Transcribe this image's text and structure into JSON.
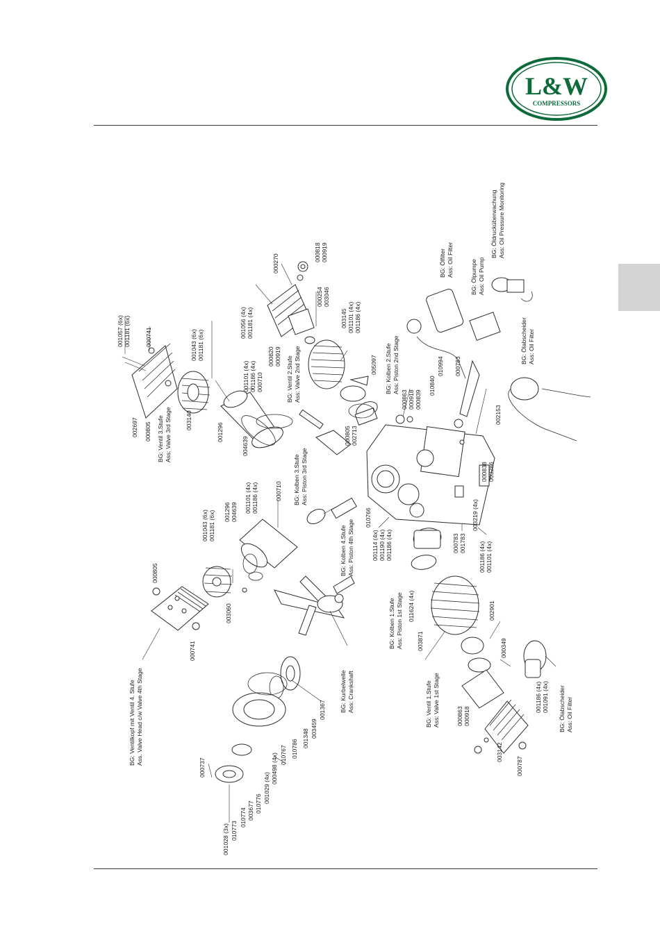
{
  "brand": {
    "logo_text": "L&W",
    "logo_subtext": "COMPRESSORS",
    "color_green": "#0d6b3a",
    "color_gray_tab": "#d4d4d4"
  },
  "labels": {
    "p001057": "001057 (6x)",
    "p001181_6x_a": "001181 (6x)",
    "p000741_a": "000741",
    "p002697": "002697",
    "p000805_a": "000805",
    "bg_ventil3": "BG:  Ventil 3.Stufe",
    "ass_valve3": "Ass: Valve 3rd Stage",
    "p001043_a": "001043 (6x)",
    "p001181_6x_b": "001181 (6x)",
    "p003140": "003140",
    "p001296_a": "001296",
    "p004639_a": "004639",
    "p001101_4x_a": "001101 (4x)",
    "p001186_4x_a": "001186 (4x)",
    "p000710_a": "000710",
    "p001056": "001056 (4x)",
    "p001181_4x": "001181 (4x)",
    "p000270": "000270",
    "p000820": "000820",
    "p000919_a": "000919",
    "p000818": "000818",
    "p000919_b": "000919",
    "bg_ventil2": "BG:  Ventil 2.Stufe",
    "ass_valve2": "Ass: Valve 2nd Stage",
    "p000254": "000254",
    "p003046": "003046",
    "p003145": "003145",
    "p001101_4x_b": "001101 (4x)",
    "p001186_4x_b": "001186 (4x)",
    "p005097": "005097",
    "bg_kolben2": "BG:  Kolben 2.Stufe",
    "ass_piston2": "Ass: Piston 2nd Stage",
    "p000863_a": "000863",
    "p000918_a": "000918",
    "p000839": "000839",
    "p010840": "010840",
    "p010994": "010994",
    "p000783_a": "000783",
    "p002153": "002153",
    "bg_oelfilter": "BG:  Ölfilter",
    "ass_oilfilter_a": "Ass: Oil Filter",
    "bg_oelpumpe": "BG:  Ölpumpe",
    "ass_oilpump": "Ass: Oil Pump",
    "bg_oeldruck": "BG:  Öldrucküberwachung",
    "ass_oilpressure": "Ass: Oil Pressure Monitoring",
    "bg_oelabscheider_a": "BG:  Ölabscheider",
    "ass_oilfilter_b": "Ass: Oil Filter",
    "p000805_b": "000805",
    "p002713": "002713",
    "p000838": "000838",
    "p003286": "003286",
    "bg_kolben3": "BG:  Kolben 3.Stufe",
    "ass_piston3": "Ass: Piston 3rd Stage",
    "p001043_b": "001043 (6x)",
    "p001181_6x_c": "001181 (6x)",
    "p001296_b": "001296",
    "p004639_b": "004639",
    "p001101_4x_c": "001101 (4x)",
    "p001186_4x_c": "001186 (4x)",
    "p000710_b": "000710",
    "bg_kolben4": "BG:  Kolben 4.Stufe",
    "ass_piston4": "Ass: Piston 4th Stage",
    "p010766": "010766",
    "p001114": "001114 (4x)",
    "p001190": "001190 (4x)",
    "p001186_4x_d": "001186 (4x)",
    "p000783_b": "000783",
    "p001783": "001783",
    "p003219": "003219 (4x)",
    "p001186_4x_e": "001186 (4x)",
    "p001101_4x_d": "001101 (4x)",
    "p000805_c": "000805",
    "p003060": "003060",
    "p000741_b": "000741",
    "bg_ventilkopf": "BG:  Ventilkopf mit Ventil 4. Stufe",
    "ass_valvehead": "Ass. Valve Head c/w Valve 4th Stage",
    "bg_kurbelwelle": "BG:  Kurbelwelle",
    "ass_crankshaft": "Ass: Crankshaft",
    "bg_kolben1": "BG:  Kolben 1.Stufe",
    "ass_piston1": "Ass: Piston 1st Stage",
    "p011624": "011624 (4x)",
    "p003871": "003871",
    "p002901": "002901",
    "p000349": "000349",
    "bg_ventil1": "BG:  Ventil 1.Stufe",
    "ass_valve1": "Ass: Valve 1st Stage",
    "p000863_b": "000863",
    "p000918_b": "000918",
    "p003142": "003142",
    "p000787": "000787",
    "p001186_4x_f": "001186 (4x)",
    "p001091": "001091 (4x)",
    "bg_oelabscheider_b": "BG:  Ölabscheider",
    "ass_oilfilter_c": "Ass: Oil Filter",
    "p000737": "000737",
    "p001028": "001028 (3x)",
    "p010773": "010773",
    "p010774": "010774",
    "p003677": "003677",
    "p010776": "010776",
    "p001029": "001029 (4x)",
    "p000498": "000498 (4x)",
    "p010767": "010767",
    "p010786": "010786",
    "p001348": "001348",
    "p003459": "003459",
    "p001367": "001367"
  }
}
